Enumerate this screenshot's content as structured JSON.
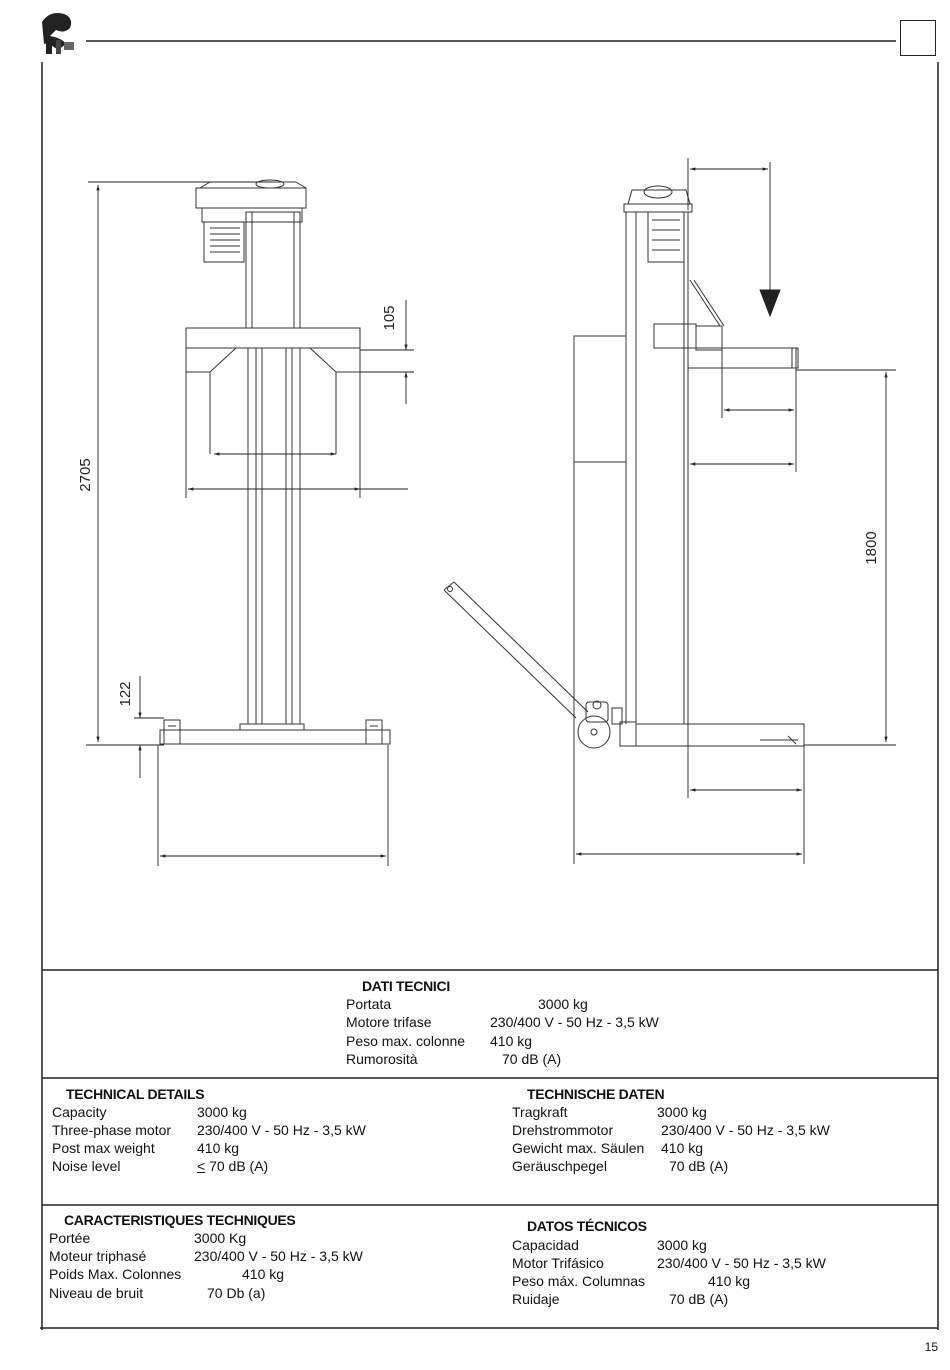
{
  "page": {
    "number": "15"
  },
  "dimensions": {
    "total_height": "2705",
    "top_offset": "105",
    "base_height": "122",
    "lift_height": "1800"
  },
  "specs": {
    "it": {
      "title": "DATI TECNICI",
      "rows": [
        {
          "label": "Portata",
          "value": "3000 kg"
        },
        {
          "label": "Motore trifase",
          "value": "230/400 V - 50 Hz - 3,5 kW"
        },
        {
          "label": "Peso max. colonne",
          "value": "410 kg"
        },
        {
          "label": "Rumorosità",
          "value": "70 dB (A)"
        }
      ]
    },
    "en": {
      "title": "TECHNICAL DETAILS",
      "rows": [
        {
          "label": "Capacity",
          "value": "3000 kg"
        },
        {
          "label": "Three-phase motor",
          "value": "230/400 V - 50 Hz - 3,5 kW"
        },
        {
          "label": "Post max weight",
          "value": "410 kg"
        },
        {
          "label": "Noise  level",
          "value_prefix": "<",
          "value": " 70 dB (A)"
        }
      ]
    },
    "de": {
      "title": "TECHNISCHE DATEN",
      "rows": [
        {
          "label": "Tragkraft",
          "value": "3000 kg"
        },
        {
          "label": "Drehstrommotor",
          "value": "230/400 V - 50 Hz - 3,5 kW"
        },
        {
          "label": "Gewicht max.  Säulen",
          "value": "410 kg"
        },
        {
          "label": "Geräuschpegel",
          "value": "70 dB (A)"
        }
      ]
    },
    "fr": {
      "title": "CARACTERISTIQUES TECHNIQUES",
      "rows": [
        {
          "label": "Portée",
          "value": "3000 Kg"
        },
        {
          "label": "Moteur triphasé",
          "value": "230/400 V -   50 Hz - 3,5 kW"
        },
        {
          "label": "Poids Max. Colonnes",
          "value": "410 kg"
        },
        {
          "label": "Niveau de bruit",
          "value": "70 Db (a)"
        }
      ]
    },
    "es": {
      "title": "DATOS TÉCNICOS",
      "rows": [
        {
          "label": "Capacidad",
          "value": "3000 kg"
        },
        {
          "label": "Motor Trifásico",
          "value": "230/400 V - 50 Hz - 3,5 kW"
        },
        {
          "label": "Peso máx.  Columnas",
          "value": "410  kg"
        },
        {
          "label": "Ruidaje",
          "value": "70 dB (A)"
        }
      ]
    }
  }
}
